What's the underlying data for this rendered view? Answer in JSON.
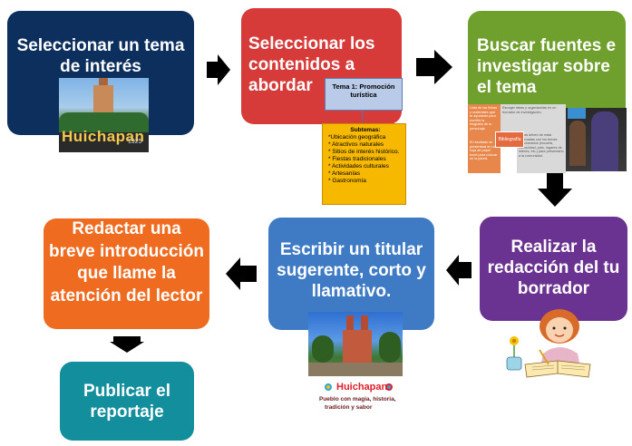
{
  "steps": [
    {
      "text": "Seleccionar un tema de interés"
    },
    {
      "text": "Seleccionar los contenidos a abordar"
    },
    {
      "text": "Buscar fuentes e investigar sobre el tema"
    },
    {
      "text": "Realizar la redacción del tu borrador"
    },
    {
      "text": "Escribir un titular sugerente, corto y llamativo."
    },
    {
      "text": "Redactar una breve introducción que llame la atención del lector"
    },
    {
      "text": "Publicar el reportaje"
    }
  ],
  "image1": {
    "logo_text": "Huichapan",
    "year_text": "1925"
  },
  "concept_map": {
    "tema": "Tema 1: Promoción turística",
    "subtemas_title": "Subtemas:",
    "subtemas": [
      "*Ubicación geográfica",
      "* Atractivos naturales",
      "* Sitios de interés histórico.",
      "* Fiestas tradicionales",
      "* Actividades culturales",
      "* Artesanías",
      "* Gastronomía"
    ]
  },
  "research_chart": {
    "center": "Bibliografía",
    "cell1": "Lista de las fichas o materiales que te ayudarán para escribir la biografía de tu personaje.",
    "cell2": "Escoger ideas y organizarlas en un borrador de investigación.",
    "cell3": "El resultado se presentará en una hoja de papel bond para colocar en la pared.",
    "cell4": "Todas deben de estar ordenadas con los temas relacionados (escuela, comunidad, país, lugares de interés, etc.) para presentarlo a la comunidad."
  },
  "image5": {
    "brand": "Huichapan",
    "slogan_line1": "Pueblo con magia, historia,",
    "slogan_line2": "tradición y sabor"
  },
  "colors": {
    "step1": "#0d2f5e",
    "step2": "#d63b3a",
    "step3": "#6f9f2c",
    "step4": "#6a3291",
    "step5": "#3f7bc4",
    "step6": "#ef6b1f",
    "step7": "#138e9c",
    "arrow": "#000000"
  }
}
